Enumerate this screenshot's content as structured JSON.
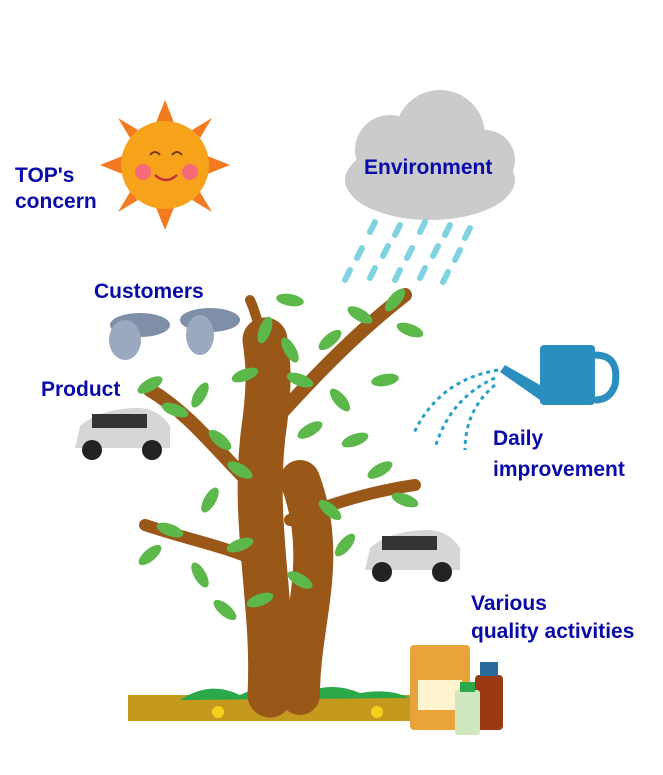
{
  "labels": {
    "top_concern_line1": "TOP's",
    "top_concern_line2": "concern",
    "environment": "Environment",
    "customers": "Customers",
    "product": "Product",
    "daily_line1": "Daily",
    "daily_line2": "improvement",
    "various_line1": "Various",
    "various_line2": "quality activities"
  },
  "colors": {
    "label": "#0a0aa8",
    "trunk": "#9a5818",
    "leaf": "#5cb84a",
    "sun": "#f7a21b",
    "cloud": "#c9c9c9",
    "rain": "#7fd3e0",
    "can": "#2a8fbf"
  }
}
